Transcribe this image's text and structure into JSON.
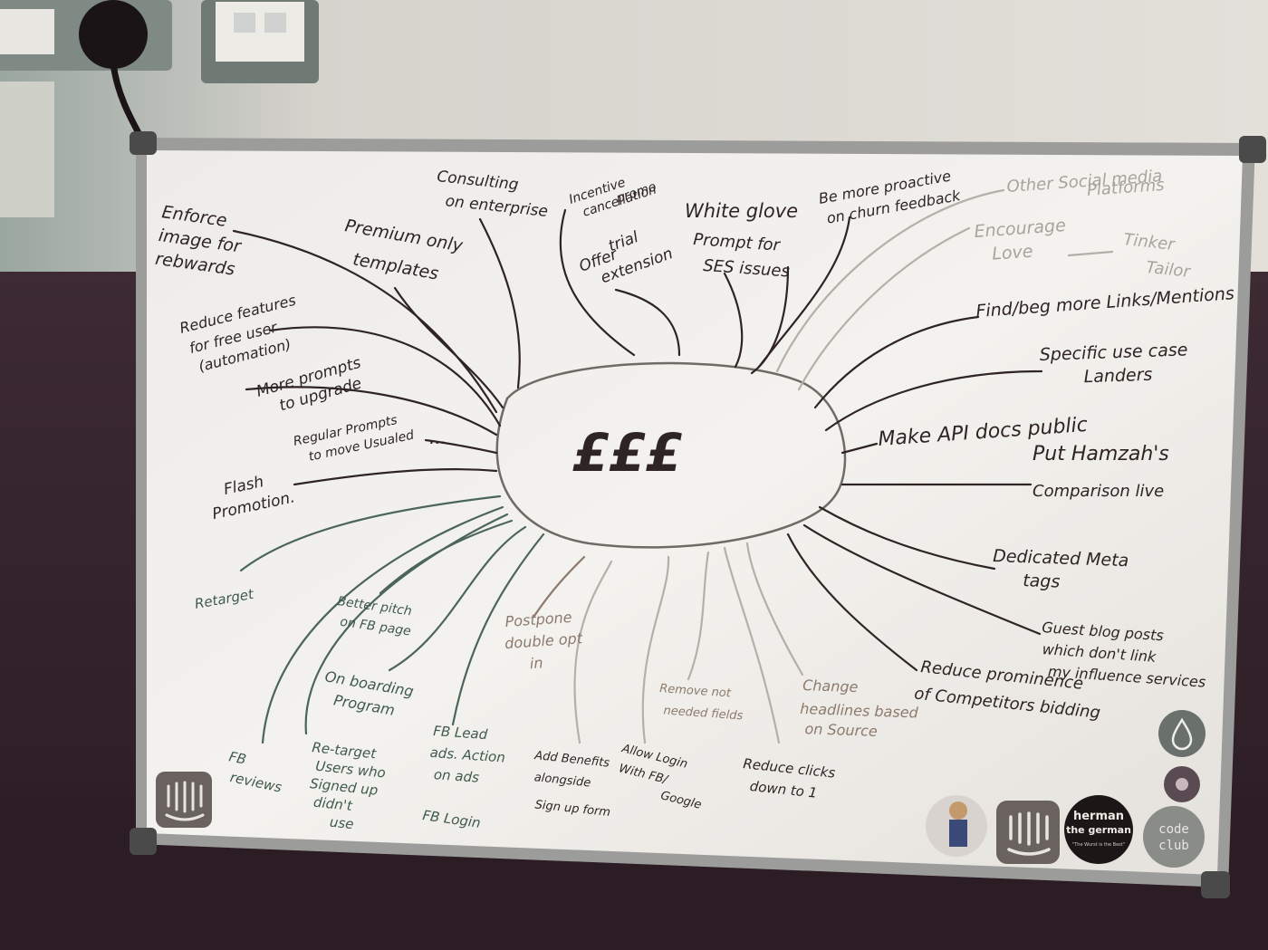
{
  "center": {
    "label": "£££"
  },
  "top_ideas": {
    "enforce": [
      "Enforce",
      "image for",
      "rebwards"
    ],
    "premium": [
      "Premium only",
      "templates"
    ],
    "consulting": [
      "Consulting",
      "on enterprise"
    ],
    "incentive": [
      "Incentive",
      "cancellation",
      "promo"
    ],
    "offer": [
      "Offer",
      "trial",
      "extension"
    ],
    "white_glove": [
      "White glove"
    ],
    "prompt": [
      "Prompt for",
      "SES issues"
    ],
    "proactive": [
      "Be more proactive",
      "on churn feedback"
    ]
  },
  "left_ideas": {
    "reduce_features": [
      "Reduce features",
      "for free user",
      "(automation)"
    ],
    "more_prompts": [
      "More prompts",
      "to upgrade"
    ],
    "regular_prompts": [
      "Regular Prompts",
      "to move Usualed"
    ],
    "regular_ellipsis": "...",
    "flash": [
      "Flash",
      "Promotion."
    ],
    "retarget": "Retarget"
  },
  "right_ideas": {
    "social": [
      "Other Social media",
      "Platforms"
    ],
    "encourage": [
      "Encourage",
      "Love"
    ],
    "tinker": [
      "Tinker",
      "Tailor"
    ],
    "links": "Find/beg more Links/Mentions",
    "landers": [
      "Specific use case",
      "Landers"
    ],
    "api": "Make API docs public",
    "hamzah": "Put Hamzah's",
    "comparison": "Comparison live",
    "meta": [
      "Dedicated Meta",
      "tags"
    ],
    "guest": [
      "Guest blog posts",
      "which don't link",
      "my influence services"
    ],
    "reduce_prominence": [
      "Reduce prominence",
      "of Competitors bidding"
    ]
  },
  "bottom_ideas": {
    "fb_reviews": [
      "FB",
      "reviews"
    ],
    "better_pitch": [
      "Better pitch",
      "on FB page"
    ],
    "onboarding": [
      "On boarding",
      "Program"
    ],
    "re_target": [
      "Re-target",
      "Users who",
      "Signed up",
      "didn't",
      "use"
    ],
    "fb_lead": [
      "FB Lead",
      "ads. Action",
      "on ads"
    ],
    "fb_login": "FB Login",
    "postpone": [
      "Postpone",
      "double opt",
      "in"
    ],
    "add_benefits": [
      "Add Benefits",
      "alongside",
      "Sign up form"
    ],
    "allow_login": [
      "Allow Login",
      "With FB/",
      "Google"
    ],
    "remove_fields": [
      "Remove not",
      "needed fields"
    ],
    "reduce_clicks": [
      "Reduce clicks",
      "down to 1"
    ],
    "change_headlines": [
      "Change",
      "headlines based",
      "on Source"
    ]
  },
  "stickers": {
    "herman_line1": "herman",
    "herman_line2": "the german",
    "herman_tag": "\"The Wurst is the Best\"",
    "code_club_1": "code",
    "code_club_2": "club"
  },
  "colors": {
    "wall": "#d9d6d0",
    "couch": "#3a2630",
    "board": "#f1efeb",
    "frame": "#a9aaa8",
    "dark_marker": "#2e2424",
    "green_marker": "#3f5a4c",
    "grey_marker": "#a8a39c",
    "brown_marker": "#8c7a6c"
  }
}
